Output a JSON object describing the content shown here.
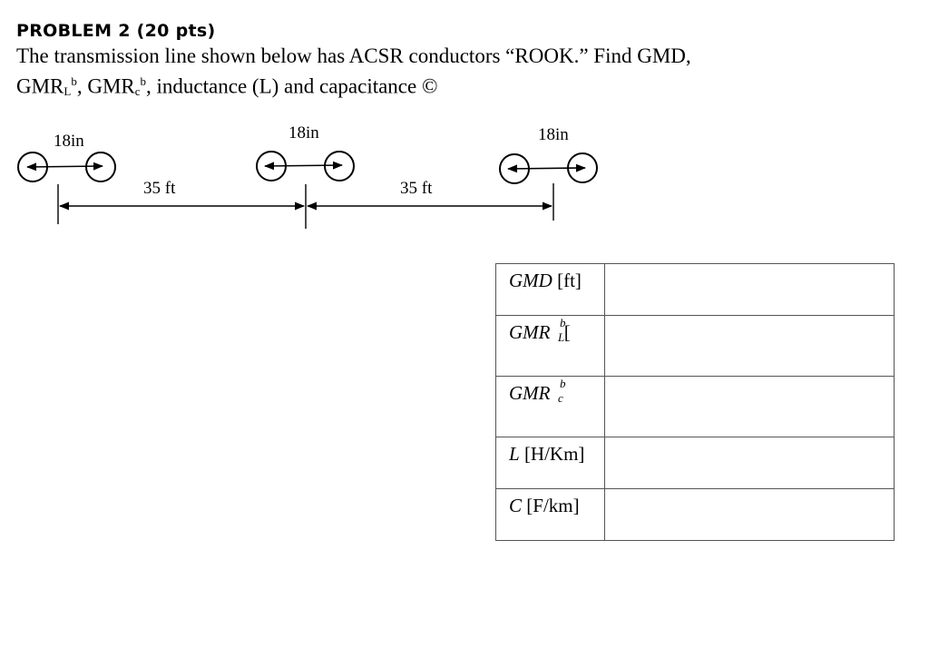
{
  "problem": {
    "title": "PROBLEM 2 (20 pts)",
    "line1": "The transmission line shown below has ACSR conductors “ROOK.” Find GMD,",
    "line2_gmr_l": "GMR",
    "line2_l_sub": "L",
    "line2_l_sup": "b",
    "line2_sep": ", ",
    "line2_gmr_c": "GMR",
    "line2_c_sub": "c",
    "line2_c_sup": "b",
    "line2_rest": ", inductance (L) and capacitance ©"
  },
  "diagram": {
    "bundle_spacing_labels": [
      "18in",
      "18in",
      "18in"
    ],
    "phase_spacing_labels": [
      "35 ft",
      "35 ft"
    ]
  },
  "answer_table": {
    "rows": [
      {
        "label_main": "GMD",
        "label_unit": " [ft]",
        "value": ""
      },
      {
        "label_main": "GMR",
        "label_sup": "b",
        "label_sub": "L",
        "label_unit": " [",
        "value": ""
      },
      {
        "label_main": "GMR",
        "label_sup": "b",
        "label_sub": "c",
        "label_unit": "",
        "value": ""
      },
      {
        "label_main": "L",
        "label_unit": " [H/Km]",
        "value": ""
      },
      {
        "label_main": "C",
        "label_unit": " [F/km]",
        "value": ""
      }
    ]
  }
}
